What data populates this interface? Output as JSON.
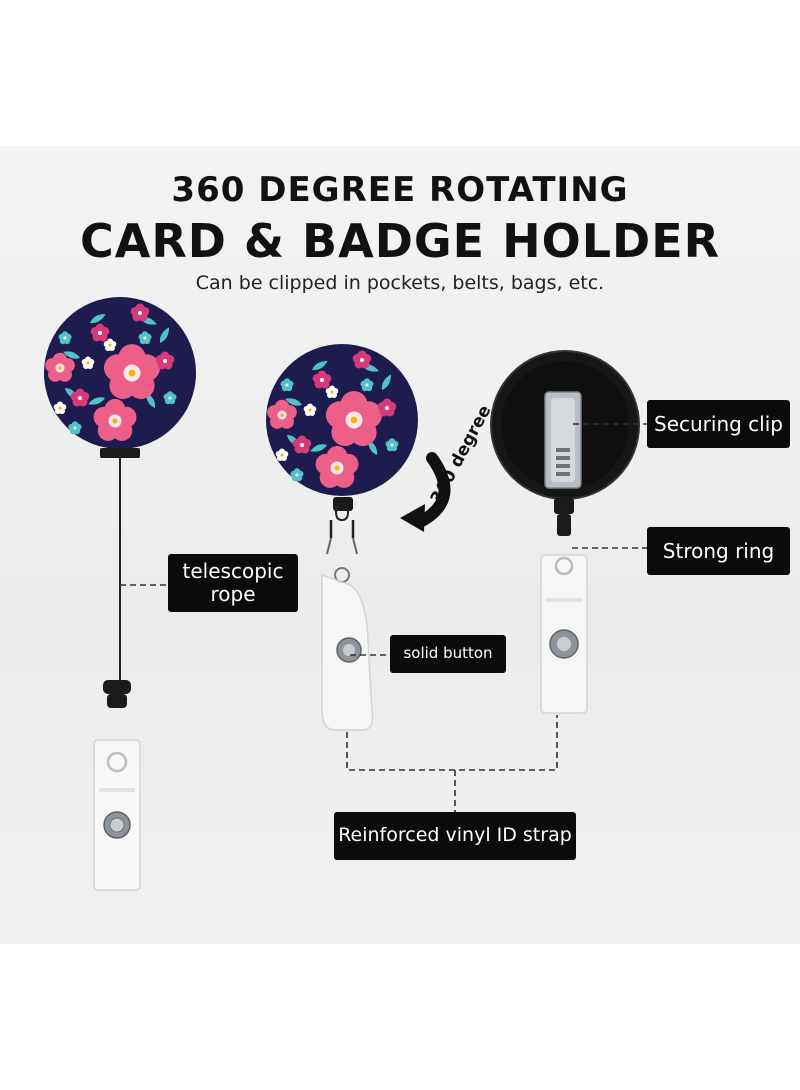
{
  "heading": {
    "line1": "360 DEGREE ROTATING",
    "line2": "CARD & BADGE HOLDER",
    "subtitle": "Can be clipped in pockets, belts, bags, etc."
  },
  "labels": {
    "telescopic_line1": "telescopic",
    "telescopic_line2": "rope",
    "solid_button": "solid button",
    "securing_clip": "Securing clip",
    "strong_ring": "Strong ring",
    "reinforced_strap": "Reinforced vinyl ID strap",
    "rotation": "360 degree"
  },
  "colors": {
    "floral_background": "#1e1b4f",
    "flower_pink": "#ec5f88",
    "flower_teal": "#4fc3c7",
    "label_background": "#0b0b0b"
  }
}
